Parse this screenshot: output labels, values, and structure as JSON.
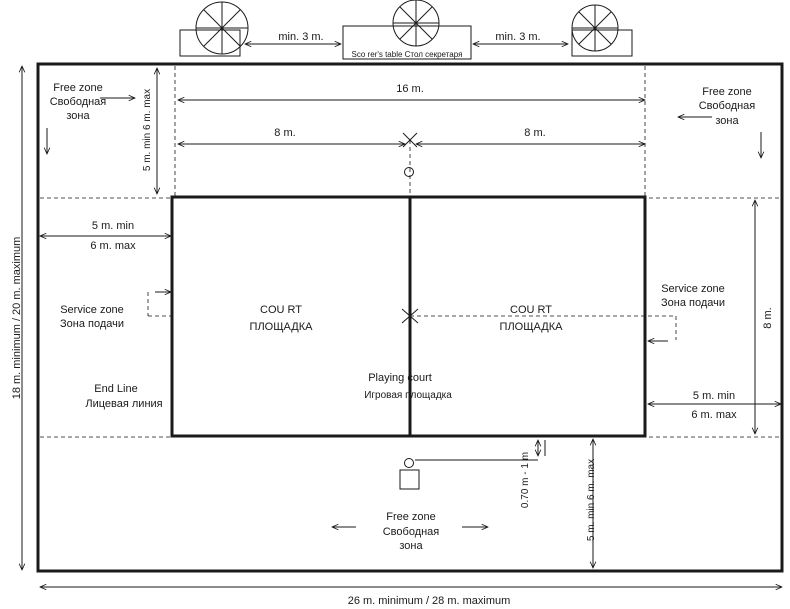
{
  "scorers_table": "Sco rer's  table  Стол секретаря",
  "top_gap_left": "min.  3  m.",
  "top_gap_right": "min.  3  m.",
  "width_16": "16  m.",
  "half_left": "8  m.",
  "half_right": "8  m.",
  "free_zone_tl": [
    "Free  zone",
    "Свободная",
    "зона"
  ],
  "free_zone_tr": [
    "Free  zone",
    "Свободная",
    "зона"
  ],
  "free_zone_bottom": [
    "Free  zone",
    "Свободная",
    "зона"
  ],
  "top_depth": "5  m.  min   6  m.  max",
  "left_min": "5  m.  min",
  "left_max": "6  m.  max",
  "service_left": [
    "Service  zone",
    "Зона подачи"
  ],
  "service_right": [
    "Service  zone",
    "Зона подачи"
  ],
  "court_left": [
    "COU RT",
    "ПЛОЩАДКА"
  ],
  "court_right": [
    "COU RT",
    "ПЛОЩАДКА"
  ],
  "playing_court": [
    "Playing    court",
    "Игровая    площадка"
  ],
  "end_line": [
    "End  Line",
    "Лицевая линия"
  ],
  "right_height": "8  m.",
  "right_min": "5  m.  min",
  "right_max": "6  m.  max",
  "ref_distance": "0.70  m - 1  m",
  "bottom_depth": "5  m.  min   6  m.  max",
  "total_height": "18  m.  minimum  /  20  m.  maximum",
  "total_width": "26  m.  minimum  /  28  m.  maximum"
}
